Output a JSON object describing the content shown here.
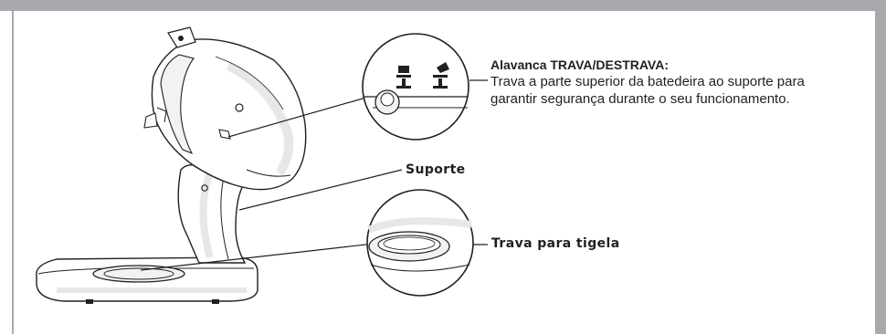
{
  "callouts": {
    "lever": {
      "title": "Alavanca TRAVA/DESTRAVA:",
      "description": "Trava a parte superior da batedeira ao suporte para garantir segurança durante o seu funcionamento."
    },
    "stand": {
      "label": "Suporte"
    },
    "bowl_lock": {
      "label": "Trava para tigela"
    }
  },
  "colors": {
    "frame": "#a7a9ac",
    "line_art": "#231f20",
    "shading": "#e6e7e8"
  },
  "icons": {
    "lever_zoom": "lock-unlock-lever-icon",
    "bowl_zoom": "bowl-lock-ring-icon"
  }
}
